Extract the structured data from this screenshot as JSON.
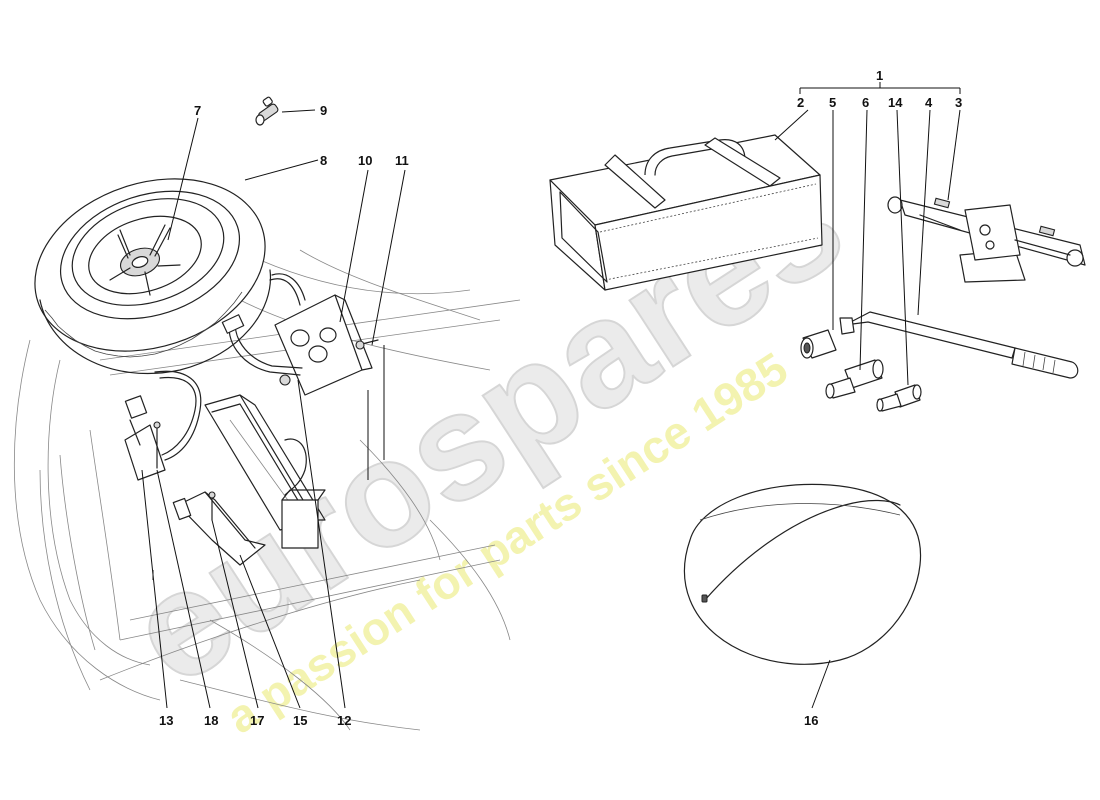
{
  "callouts": {
    "c1": "1",
    "c2": "2",
    "c3": "3",
    "c4": "4",
    "c5": "5",
    "c6": "6",
    "c7": "7",
    "c8": "8",
    "c9": "9",
    "c10": "10",
    "c11": "11",
    "c12": "12",
    "c13": "13",
    "c14": "14",
    "c15": "15",
    "c16": "16",
    "c17": "17",
    "c18": "18"
  },
  "watermark": {
    "brand": "eurospares",
    "tagline": "a passion for parts since 1985"
  },
  "colors": {
    "line": "#222222",
    "watermark_brand": "#e8e8e8",
    "watermark_tagline": "#f2f2a8"
  }
}
